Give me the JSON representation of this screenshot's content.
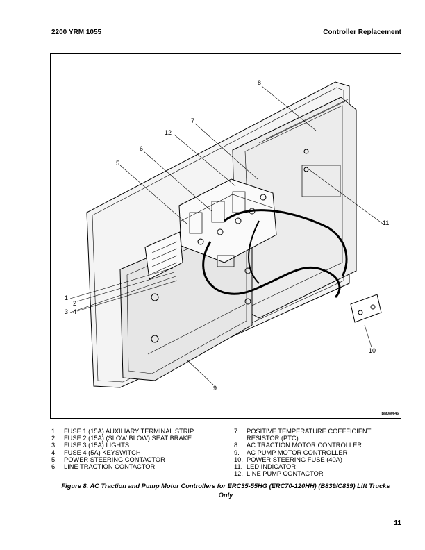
{
  "header": {
    "left": "2200 YRM 1055",
    "right": "Controller Replacement"
  },
  "figure": {
    "code": "BM080646",
    "callouts": [
      "1",
      "2",
      "3",
      "4",
      "5",
      "6",
      "7",
      "8",
      "9",
      "10",
      "11",
      "12"
    ]
  },
  "legend": {
    "left": [
      {
        "num": "1.",
        "text": "FUSE 1 (15A) AUXILIARY TERMINAL STRIP"
      },
      {
        "num": "2.",
        "text": "FUSE 2 (15A) (SLOW BLOW) SEAT BRAKE"
      },
      {
        "num": "3.",
        "text": "FUSE 3 (15A) LIGHTS"
      },
      {
        "num": "4.",
        "text": "FUSE 4 (5A) KEYSWITCH"
      },
      {
        "num": "5.",
        "text": "POWER STEERING CONTACTOR"
      },
      {
        "num": "6.",
        "text": "LINE TRACTION CONTACTOR"
      }
    ],
    "right": [
      {
        "num": "7.",
        "text": "POSITIVE TEMPERATURE COEFFICIENT RESISTOR (PTC)"
      },
      {
        "num": "8.",
        "text": "AC TRACTION MOTOR CONTROLLER"
      },
      {
        "num": "9.",
        "text": "AC PUMP MOTOR CONTROLLER"
      },
      {
        "num": "10.",
        "text": "POWER STEERING FUSE (40A)"
      },
      {
        "num": "11.",
        "text": "LED INDICATOR"
      },
      {
        "num": "12.",
        "text": "LINE PUMP CONTACTOR"
      }
    ]
  },
  "caption": "Figure 8.  AC Traction and Pump Motor Controllers for ERC35-55HG (ERC70-120HH) (B839/C839) Lift Trucks Only",
  "page_number": "11"
}
